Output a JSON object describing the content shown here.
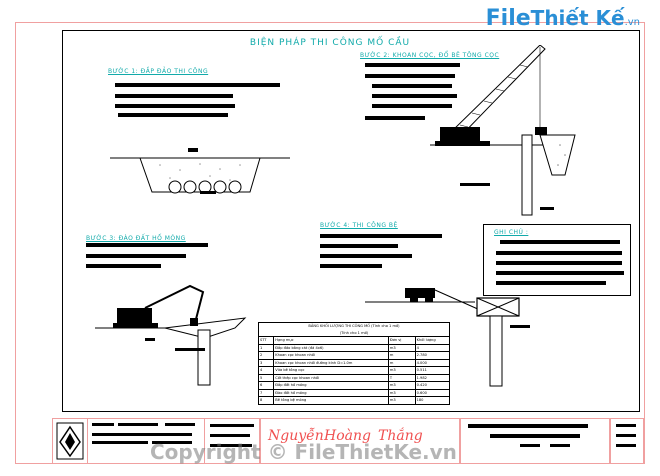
{
  "title": "BIỆN PHÁP THI CÔNG MỐ CẦU",
  "steps": {
    "step1": "BƯỚC 1: ĐẮP ĐẢO THI CÔNG",
    "step2": "BƯỚC 2: KHOAN CỌC, ĐỔ BÊ TÔNG CỌC",
    "step3": "BƯỚC 3: ĐÀO ĐẤT HỐ MÓNG",
    "step4": "BƯỚC 4: THI CÔNG BỆ",
    "notes": "GHI CHÚ :"
  },
  "table": {
    "heading": "BẢNG KHỐI LƯỢNG THI CÔNG MỐ (Tính cho 1 mố)",
    "subheading": "(Tính cho 1 mố)",
    "headers": [
      "STT",
      "Hạng mục",
      "Đơn vị",
      "Khối lượng"
    ],
    "rows": [
      [
        "1",
        "Đắp đảo bằng cát (đá 4x6)",
        "m3",
        "4"
      ],
      [
        "2",
        "Khoan cọc khoan nhồi",
        "m",
        "2.780"
      ],
      [
        "3",
        "Khoan cọc khoan nhồi đường kính D=1.0m",
        "m",
        "4.000"
      ],
      [
        "4",
        "Vữa bê tông cọc",
        "m3",
        "0.511"
      ],
      [
        "5",
        "Cốt thép cọc khoan nhồi",
        "T",
        "1.982"
      ],
      [
        "6",
        "Đắp đất hố móng",
        "m3",
        "0.420"
      ],
      [
        "7",
        "Đào đất hố móng",
        "m3",
        "0.600"
      ],
      [
        "8",
        "Bê tông bệ móng",
        "m3",
        "180"
      ]
    ]
  },
  "title_block": {
    "signatures": [
      "Nguyễn",
      "Hoàng",
      "Thắng"
    ]
  },
  "watermark": {
    "copyright": "Copyright © FileThietKe.vn"
  },
  "logo": {
    "file": "File",
    "rest": "Thiết Kế",
    "vn": ".vn"
  },
  "colors": {
    "heading": "#1aa6b0",
    "frame": "#f0a0a0",
    "logo": "#2a8fd6",
    "signature": "#f05050"
  }
}
